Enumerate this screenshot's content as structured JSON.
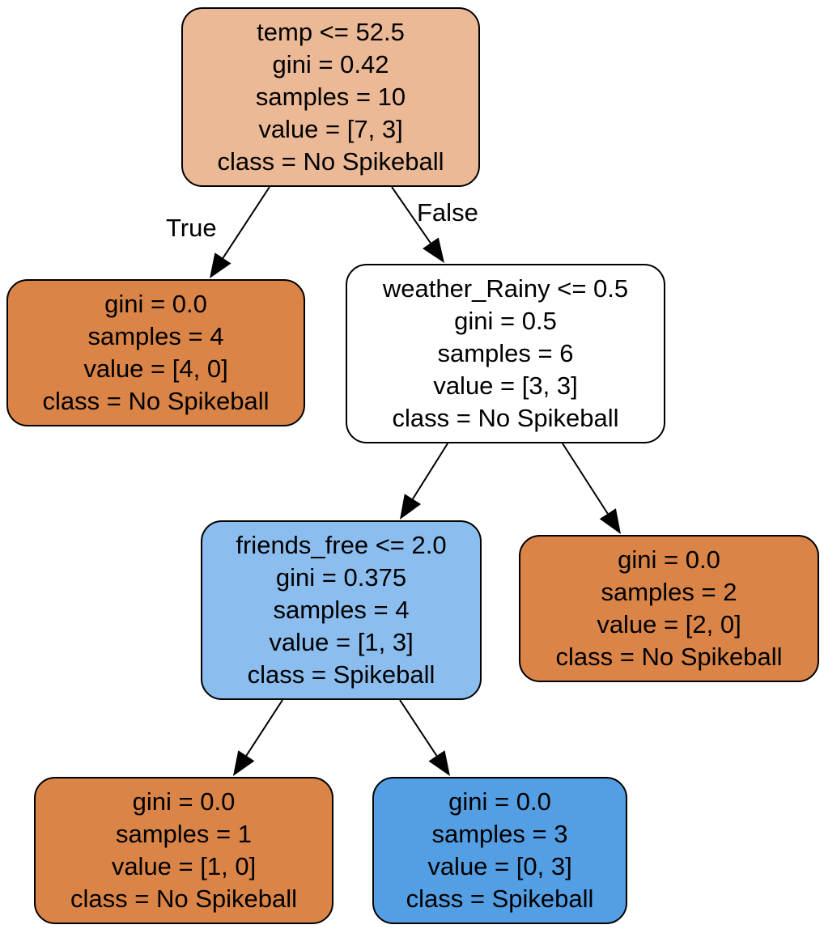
{
  "tree": {
    "nodes": [
      {
        "id": "root",
        "lines": [
          "temp <= 52.5",
          "gini = 0.42",
          "samples = 10",
          "value = [7, 3]",
          "class = No Spikeball"
        ],
        "fill": "#ebb996"
      },
      {
        "id": "n1",
        "lines": [
          "gini = 0.0",
          "samples = 4",
          "value = [4, 0]",
          "class = No Spikeball"
        ],
        "fill": "#da8448"
      },
      {
        "id": "n2",
        "lines": [
          "weather_Rainy <= 0.5",
          "gini = 0.5",
          "samples = 6",
          "value = [3, 3]",
          "class = No Spikeball"
        ],
        "fill": "#ffffff"
      },
      {
        "id": "n3",
        "lines": [
          "friends_free <= 2.0",
          "gini = 0.375",
          "samples = 4",
          "value = [1, 3]",
          "class = Spikeball"
        ],
        "fill": "#8bbdee"
      },
      {
        "id": "n4",
        "lines": [
          "gini = 0.0",
          "samples = 2",
          "value = [2, 0]",
          "class = No Spikeball"
        ],
        "fill": "#da8448"
      },
      {
        "id": "n5",
        "lines": [
          "gini = 0.0",
          "samples = 1",
          "value = [1, 0]",
          "class = No Spikeball"
        ],
        "fill": "#da8448"
      },
      {
        "id": "n6",
        "lines": [
          "gini = 0.0",
          "samples = 3",
          "value = [0, 3]",
          "class = Spikeball"
        ],
        "fill": "#549ee3"
      }
    ],
    "edges": [
      {
        "from": "root",
        "to": "n1",
        "label": "True"
      },
      {
        "from": "root",
        "to": "n2",
        "label": "False"
      },
      {
        "from": "n2",
        "to": "n3"
      },
      {
        "from": "n2",
        "to": "n4"
      },
      {
        "from": "n3",
        "to": "n5"
      },
      {
        "from": "n3",
        "to": "n6"
      }
    ]
  }
}
